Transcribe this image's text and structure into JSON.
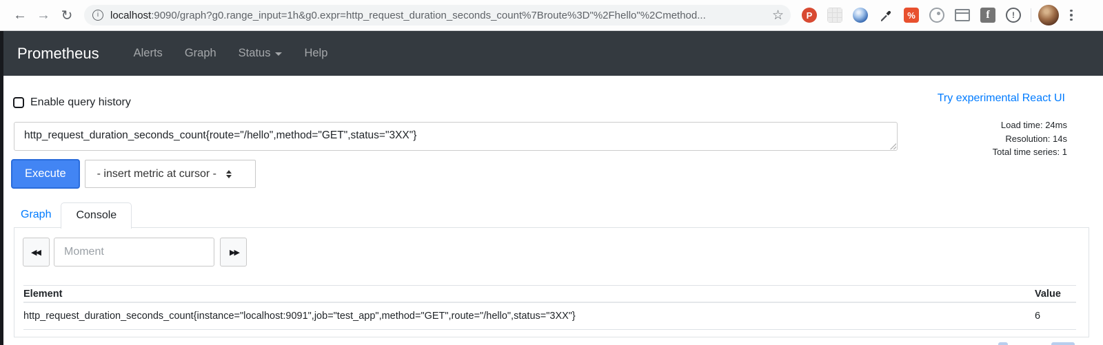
{
  "browser": {
    "url_host": "localhost",
    "url_rest": ":9090/graph?g0.range_input=1h&g0.expr=http_request_duration_seconds_count%7Broute%3D\"%2Fhello\"%2Cmethod...",
    "back_glyph": "←",
    "forward_glyph": "→",
    "refresh_glyph": "↻",
    "star_glyph": "☆",
    "info_glyph": "i",
    "ext_pocket_glyph": "P",
    "ext_percent_glyph": "%",
    "ext_facebook_glyph": "f",
    "ext_warn_glyph": "!"
  },
  "navbar": {
    "brand": "Prometheus",
    "links": [
      {
        "label": "Alerts"
      },
      {
        "label": "Graph"
      },
      {
        "label": "Status"
      },
      {
        "label": "Help"
      }
    ]
  },
  "page": {
    "history_label": "Enable query history",
    "react_link": "Try experimental React UI",
    "query": "http_request_duration_seconds_count{route=\"/hello\",method=\"GET\",status=\"3XX\"}",
    "stats": {
      "load": "Load time: 24ms",
      "resolution": "Resolution: 14s",
      "series": "Total time series: 1"
    },
    "execute_label": "Execute",
    "insert_metric_label": "- insert metric at cursor -",
    "tabs": {
      "graph": "Graph",
      "console": "Console"
    },
    "moment_placeholder": "Moment",
    "step_back_glyph": "◀◀",
    "step_forward_glyph": "▶▶",
    "table": {
      "header_element": "Element",
      "header_value": "Value",
      "rows": [
        {
          "element": "http_request_duration_seconds_count{instance=\"localhost:9091\",job=\"test_app\",method=\"GET\",route=\"/hello\",status=\"3XX\"}",
          "value": "6"
        }
      ]
    }
  },
  "colors": {
    "navbar_bg": "#343a40",
    "link_accent": "#007bff",
    "execute_bg": "#4285f4",
    "panel_border": "#dee2e6"
  }
}
